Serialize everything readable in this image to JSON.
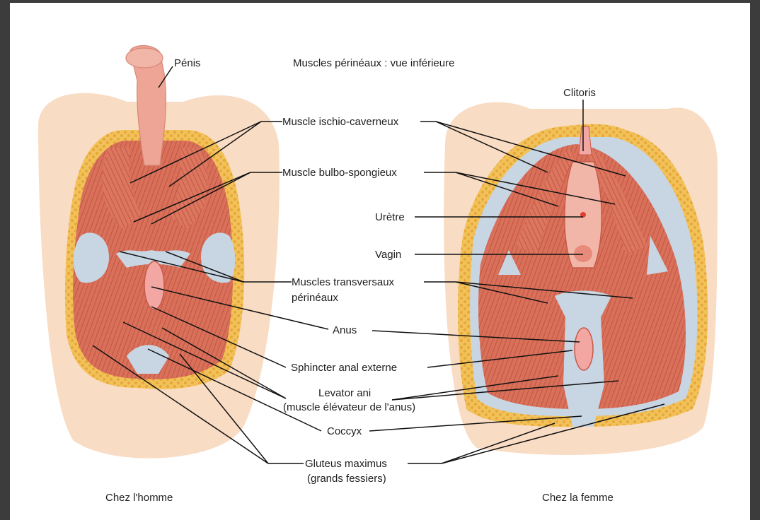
{
  "title": "Muscles périnéaux : vue inférieure",
  "captions": {
    "male": "Chez l'homme",
    "female": "Chez la femme"
  },
  "labels": {
    "penis": "Pénis",
    "clitoris": "Clitoris",
    "ischiocavernosus": "Muscle ischio-caverneux",
    "bulbospongiosus": "Muscle bulbo-spongieux",
    "urethra": "Urètre",
    "vagina": "Vagin",
    "transverse_line1": "Muscles transversaux",
    "transverse_line2": "périnéaux",
    "anus": "Anus",
    "sphincter": "Sphincter anal externe",
    "levator_line1": "Levator ani",
    "levator_line2": "(muscle élévateur de l'anus)",
    "coccyx": "Coccyx",
    "gluteus_line1": "Gluteus maximus",
    "gluteus_line2": "(grands fessiers)"
  },
  "colors": {
    "skin": "#f9dcc4",
    "fat": "#f2c25a",
    "muscle": "#d9705a",
    "muscle_dark": "#b84a3a",
    "fascia": "#c8d6e4",
    "pink": "#f2a7a2"
  }
}
